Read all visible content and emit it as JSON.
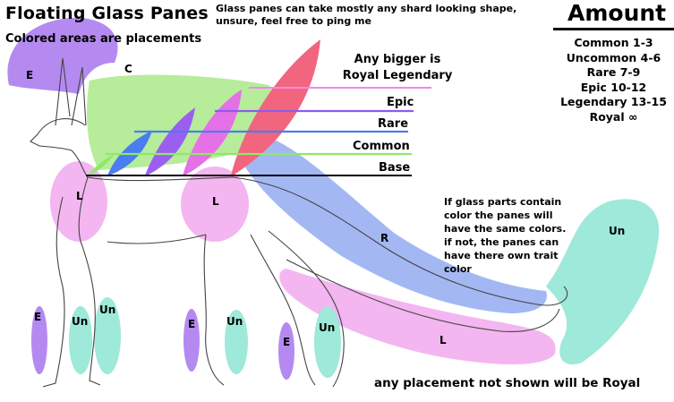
{
  "title": "Floating Glass Panes",
  "subtitle": "Colored areas are placements",
  "shape_note": "Glass panes can take mostly any shard looking shape, unsure, feel free to ping me",
  "royal_note": "Any bigger is Royal Legendary",
  "tiers": [
    {
      "label": "Epic",
      "color": "#8a5cf0"
    },
    {
      "label": "Rare",
      "color": "#4a7df0"
    },
    {
      "label": "Common",
      "color": "#8ee86a"
    },
    {
      "label": "Base",
      "color": "#000000"
    }
  ],
  "legendary_line_color": "#f08ae8",
  "amount": {
    "title": "Amount",
    "items": [
      "Common 1-3",
      "Uncommon 4-6",
      "Rare 7-9",
      "Epic 10-12",
      "Legendary 13-15",
      "Royal ∞"
    ]
  },
  "color_note": "If glass parts contain color the panes will have the same colors. if not, the panes can have there own trait color",
  "bottom_note": "any placement not shown will be Royal",
  "zones": {
    "head_crest": "E",
    "back": "C",
    "chest": "L",
    "hip": "L",
    "tail": "R",
    "tail_tip": "Un",
    "tail_under": "L",
    "front_leg_outer": "E",
    "front_leg_mid": "Un",
    "front_leg_inner": "Un",
    "hind_leg_outer": "E",
    "hind_leg_mid": "Un",
    "hind_leg_inner": "E",
    "hind_leg_back": "Un"
  },
  "zone_colors": {
    "epic": "#b58af0",
    "common": "#b6ec9a",
    "legendary": "#f3b6f0",
    "rare": "#a3b8f3",
    "uncommon": "#9ee9d9"
  }
}
